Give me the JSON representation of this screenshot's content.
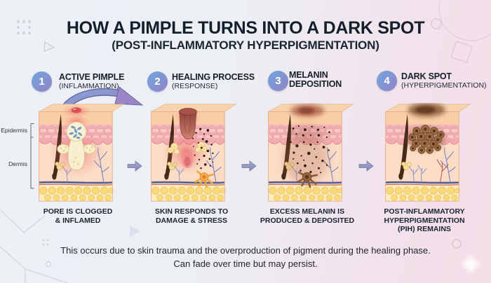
{
  "header": {
    "title": "HOW A PIMPLE TURNS INTO A DARK SPOT",
    "subtitle": "(POST-INFLAMMATORY HYPERPIGMENTATION)"
  },
  "steps": [
    {
      "number": "1",
      "title": "ACTIVE PIMPLE",
      "qualifier": "(INFLAMMATION)",
      "caption_lines": [
        "PORE IS CLOGGED",
        "& INFLAMED"
      ]
    },
    {
      "number": "2",
      "title": "HEALING PROCESS",
      "qualifier": "(RESPONSE)",
      "caption_lines": [
        "SKIN RESPONDS TO",
        "DAMAGE & STRESS"
      ]
    },
    {
      "number": "3",
      "title": "MELANIN DEPOSITION",
      "qualifier": "",
      "caption_lines": [
        "EXCESS MELANIN IS",
        "PRODUCED & DEPOSITED"
      ]
    },
    {
      "number": "4",
      "title": "DARK SPOT",
      "qualifier": "(HYPERPIGMENTATION)",
      "caption_lines": [
        "POST-INFLAMMATORY",
        "HYPERPIGMENTATION",
        "(PIH) REMAINS"
      ]
    }
  ],
  "skin_labels": {
    "epidermis": "Epidermis",
    "dermis": "Dermis"
  },
  "footer": {
    "line1": "This occurs due to skin trauma and the overproduction of pigment during the healing phase.",
    "line2": "Can fade over time but may persist."
  },
  "icons": {
    "step_arrow": "right-arrow",
    "healing_arrow": "curved-arrow"
  },
  "colors": {
    "title_text": "#141f2d",
    "step_circle_start": "#74a3db",
    "step_circle_end": "#8f85c9",
    "arrow": "#9094bd",
    "background_left": "#edf1f6",
    "background_right": "#f5dde8",
    "inflammation_red": "#e85555",
    "melanin_brown": "#5c3820"
  }
}
